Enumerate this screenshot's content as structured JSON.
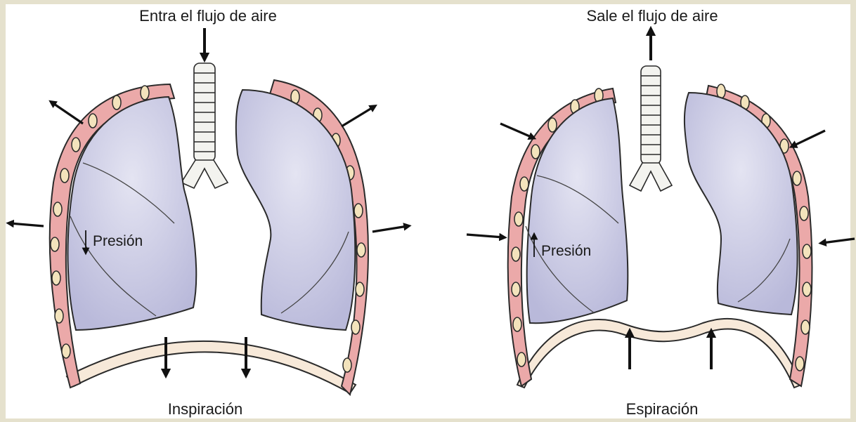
{
  "inspiration": {
    "top_label": "Entra el flujo de aire",
    "pressure_label": "Presión",
    "bottom_label": "Inspiración"
  },
  "expiration": {
    "top_label": "Sale el flujo de aire",
    "pressure_label": "Presión",
    "bottom_label": "Espiración"
  },
  "colors": {
    "frame": "#e5e1cd",
    "background": "#ffffff",
    "lung_fill": "#c9c9e3",
    "pleura": "#eba9a9",
    "rib": "#f3e3bc",
    "outline": "#2a2a2a",
    "arrow": "#111111"
  }
}
